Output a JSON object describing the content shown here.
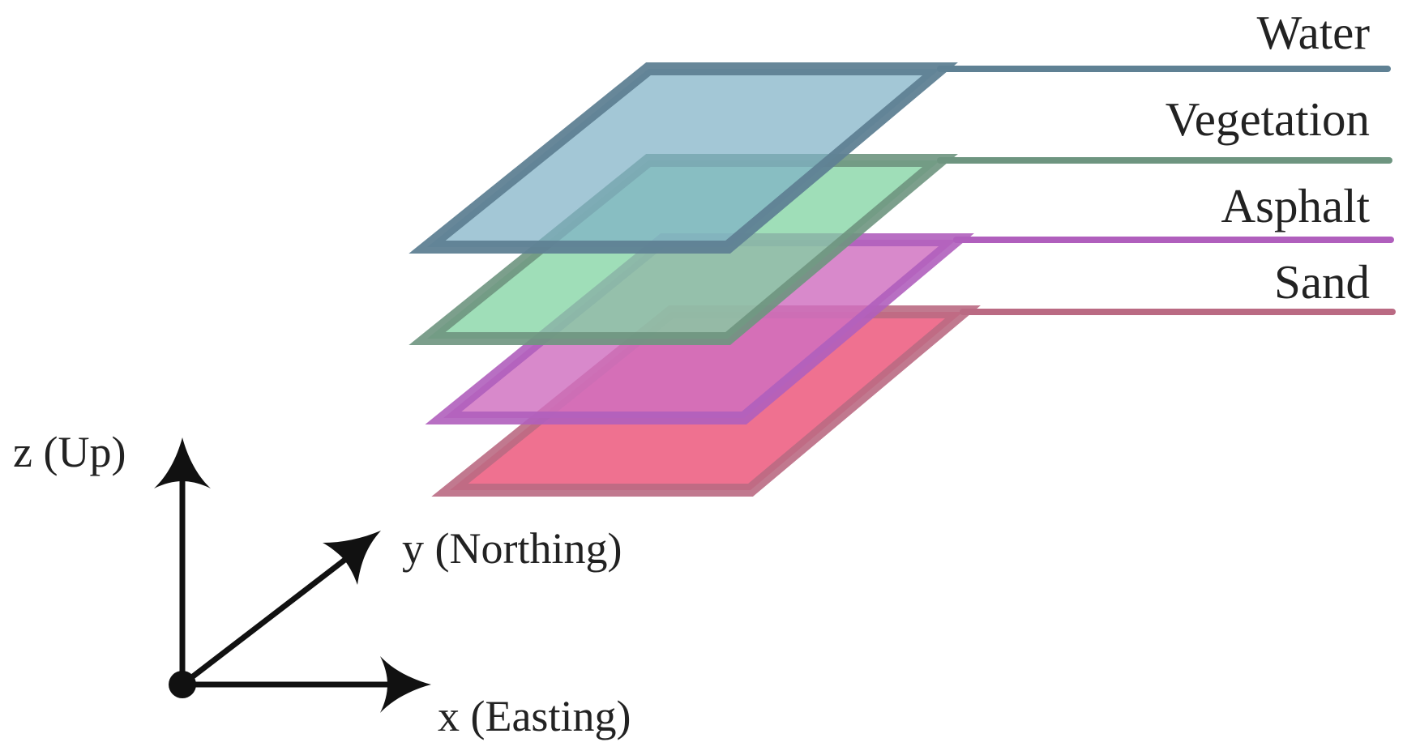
{
  "layers": [
    {
      "name": "Water",
      "fill": "#7fb2c6",
      "stroke": "#5f8194"
    },
    {
      "name": "Vegetation",
      "fill": "#7fd3a0",
      "stroke": "#6e9580"
    },
    {
      "name": "Asphalt",
      "fill": "#cf6fbf",
      "stroke": "#b05fbd"
    },
    {
      "name": "Sand",
      "fill": "#ec5278",
      "stroke": "#ba6a83"
    }
  ],
  "axes": {
    "z_label": "z (Up)",
    "y_label": "y (Northing)",
    "x_label": "x (Easting)",
    "color": "#111111"
  }
}
